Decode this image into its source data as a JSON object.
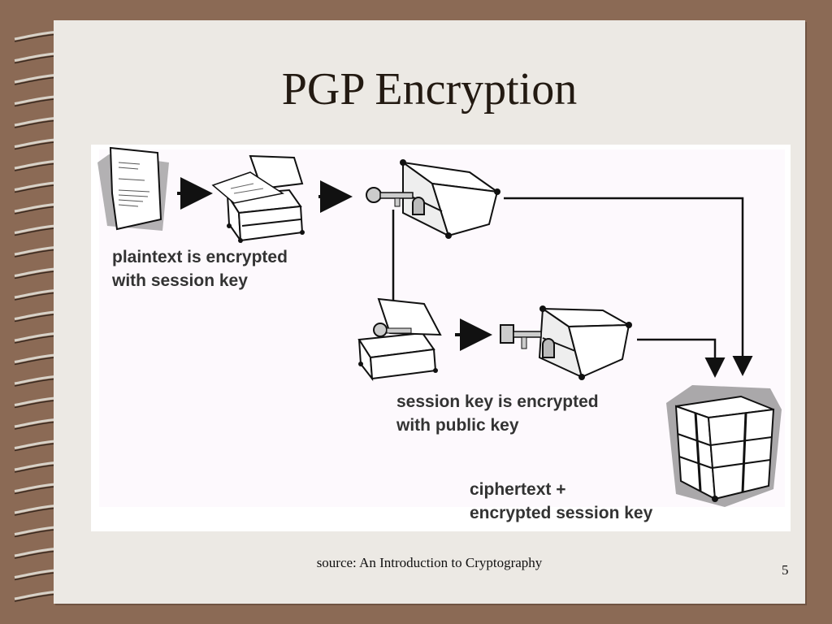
{
  "slide": {
    "title": "PGP Encryption",
    "source": "source: An Introduction to Cryptography",
    "page_number": "5"
  },
  "diagram": {
    "step1_caption_line1": "plaintext is encrypted",
    "step1_caption_line2": "with session key",
    "step2_caption_line1": "session key is encrypted",
    "step2_caption_line2": "with public key",
    "result_caption_line1": "ciphertext +",
    "result_caption_line2": "encrypted session key"
  },
  "colors": {
    "background": "#8b6a55",
    "slide": "#ece9e4",
    "figure": "#fdf9fd",
    "ink": "#111111"
  }
}
